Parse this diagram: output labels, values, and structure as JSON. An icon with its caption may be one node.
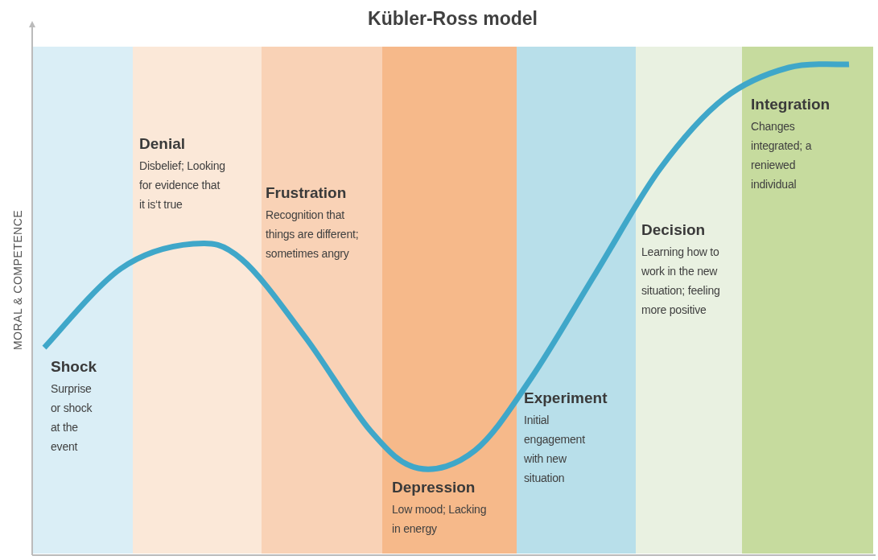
{
  "diagram": {
    "title": "Kübler-Ross model",
    "nodes": [
      {
        "text": [
          "Shock",
          "Surprise or shock at the event"
        ]
      },
      {
        "text": [
          "Denial",
          "Disbelief; Looking for evidence that it is‘t true"
        ]
      },
      {
        "text": [
          "Frustration",
          "Recognition that things are different; sometimes angry"
        ]
      },
      {
        "text": [
          "Depression",
          "Low mood; Lacking in energy"
        ]
      },
      {
        "text": [
          "Experiment",
          "Initial engagement with new situation"
        ]
      },
      {
        "text": [
          "Decision",
          "Learning how to work in the new situation; feeling more positive"
        ]
      },
      {
        "text": [
          "Integration",
          "Changes integrated; a reniewed individual"
        ]
      }
    ],
    "labels": [
      "MORAL & COMPETENCE"
    ]
  }
}
